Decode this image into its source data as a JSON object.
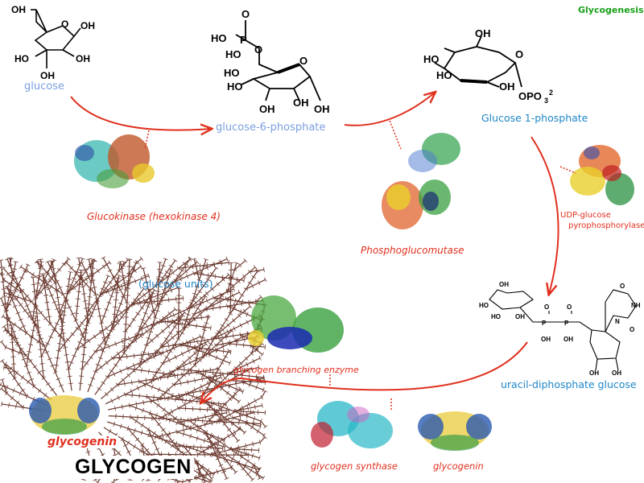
{
  "header": {
    "title": "Glycogenesis"
  },
  "molecules": {
    "glucose": "glucose",
    "g6p": "glucose-6-phosphate",
    "g1p": "Glucose 1-phosphate",
    "udpg": "uracil-diphosphate glucose",
    "glucose_units": "(glucose units)",
    "glycogen": "GLYCOGEN"
  },
  "enzymes": {
    "glucokinase": "Glucokinase (hexokinase 4)",
    "phosphoglucomutase": "Phosphoglucomutase",
    "udp_ppase_line1": "UDP-glucose",
    "udp_ppase_line2": "pyrophosphorylase",
    "branching": "glycogen branching enzyme",
    "synthase": "glycogen synthase",
    "glycogenin": "glycogenin",
    "glycogenin_core": "glycogenin"
  },
  "atom_labels": {
    "oh": "OH",
    "ho": "HO",
    "o": "O",
    "p": "P",
    "opo3": "OPO",
    "sub3": "3",
    "sup2": "2",
    "nh": "NH",
    "n": "N"
  },
  "colors": {
    "arrow": "#e0301e",
    "substrate_blue": "#7a9fe0",
    "product_cyan": "#1f86c9",
    "enzyme_red": "#e0301e",
    "title_green": "#1aa01a",
    "glycogen_branch": "#6b3a30"
  }
}
